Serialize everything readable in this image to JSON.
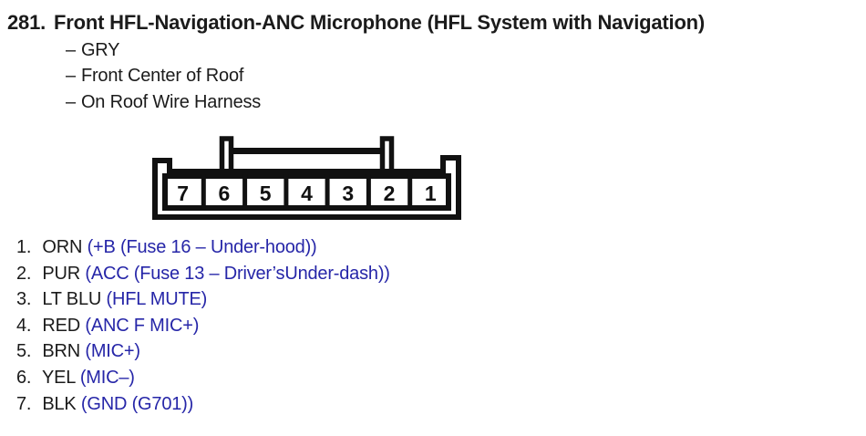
{
  "colors": {
    "signal_text": "#2626a8",
    "body_text": "#1b1b1b",
    "diagram_line": "#111111",
    "background": "#ffffff"
  },
  "title": {
    "number": "281.",
    "text": "Front HFL-Navigation-ANC Microphone (HFL System with Navigation)"
  },
  "location_details": {
    "dash": "–",
    "items": [
      "GRY",
      "Front Center of Roof",
      "On Roof Wire Harness"
    ]
  },
  "connector": {
    "pin_order": [
      "7",
      "6",
      "5",
      "4",
      "3",
      "2",
      "1"
    ]
  },
  "pin_list": [
    {
      "num": "1.",
      "wire_color": "ORN",
      "signal": "(+B (Fuse 16 – Under-hood))"
    },
    {
      "num": "2.",
      "wire_color": "PUR",
      "signal": "(ACC (Fuse 13 – Driver’sUnder-dash))"
    },
    {
      "num": "3.",
      "wire_color": "LT BLU",
      "signal": "(HFL MUTE)"
    },
    {
      "num": "4.",
      "wire_color": "RED",
      "signal": "(ANC F MIC+)"
    },
    {
      "num": "5.",
      "wire_color": "BRN",
      "signal": "(MIC+)"
    },
    {
      "num": "6.",
      "wire_color": "YEL",
      "signal": "(MIC–)"
    },
    {
      "num": "7.",
      "wire_color": "BLK",
      "signal": "(GND (G701))"
    }
  ]
}
